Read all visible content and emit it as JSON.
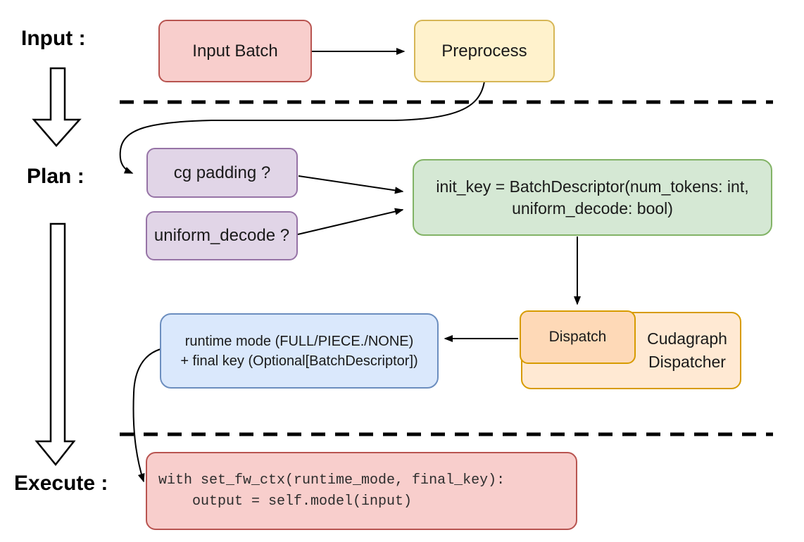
{
  "sections": {
    "input": {
      "label": "Input :"
    },
    "plan": {
      "label": "Plan :"
    },
    "execute": {
      "label": "Execute :"
    }
  },
  "nodes": {
    "input_batch": {
      "label": "Input Batch"
    },
    "preprocess": {
      "label": "Preprocess"
    },
    "cg_padding": {
      "label": "cg padding ?"
    },
    "uniform_decode": {
      "label": "uniform_decode ?"
    },
    "init_key": {
      "line1": "init_key = BatchDescriptor(num_tokens: int,",
      "line2": "uniform_decode: bool)"
    },
    "runtime_mode": {
      "line1": "runtime mode (FULL/PIECE./NONE)",
      "line2": "+ final key (Optional[BatchDescriptor])"
    },
    "dispatch": {
      "label": "Dispatch"
    },
    "cudagraph_dispatcher": {
      "line1": "Cudagraph",
      "line2": "Dispatcher"
    },
    "execute_code": {
      "line1": "with set_fw_ctx(runtime_mode, final_key):",
      "line2": "    output = self.model(input)"
    }
  },
  "colors": {
    "red_fill": "#f8cecc",
    "red_stroke": "#b85450",
    "yellow_fill": "#fff2cc",
    "yellow_stroke": "#d6b656",
    "purple_fill": "#e1d5e7",
    "purple_stroke": "#9673a6",
    "green_fill": "#d5e8d4",
    "green_stroke": "#82b366",
    "blue_fill": "#dae8fc",
    "blue_stroke": "#6c8ebf",
    "orange_outer_fill": "#ffe9d3",
    "orange_inner_fill": "#fed9b7",
    "orange_stroke": "#d79b00",
    "line_color": "#000000"
  }
}
